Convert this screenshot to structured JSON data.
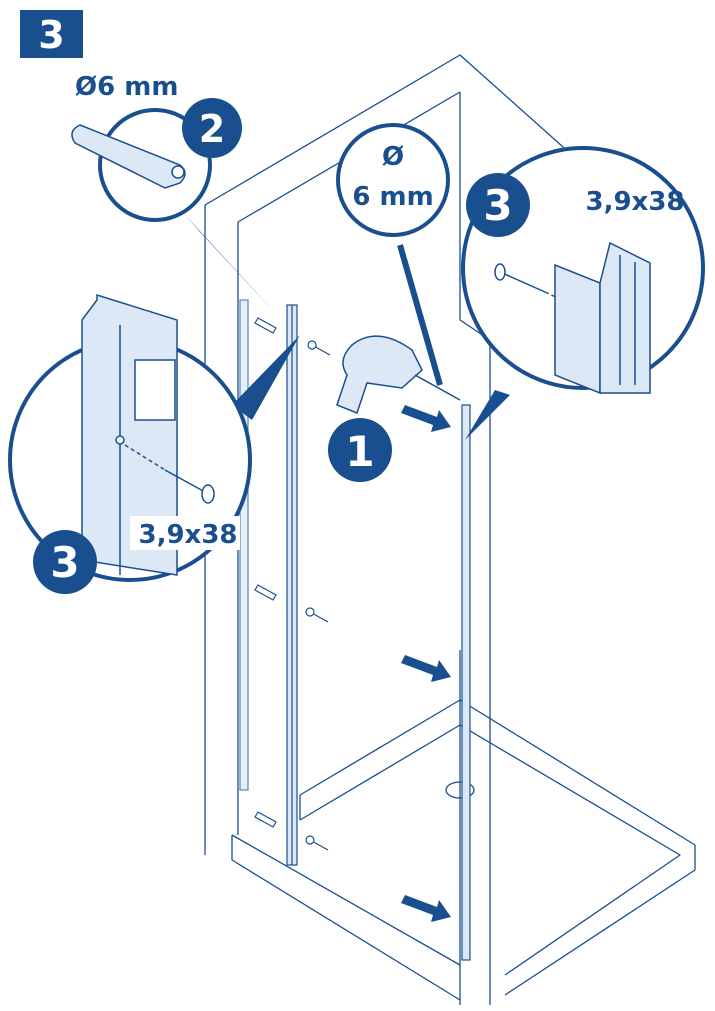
{
  "step": {
    "number": "3"
  },
  "labels": {
    "anchor_size": "Ø6 mm",
    "drill_symbol": "Ø",
    "drill_size": "6 mm",
    "screw_top": "3,9x38",
    "screw_left": "3,9x38"
  },
  "badges": {
    "drill": "1",
    "anchor": "2",
    "screw_right": "3",
    "screw_left": "3"
  },
  "colors": {
    "accent": "#1a4f8f",
    "line": "#1a4f8f",
    "profile_fill": "#dce8f5",
    "white": "#ffffff"
  }
}
